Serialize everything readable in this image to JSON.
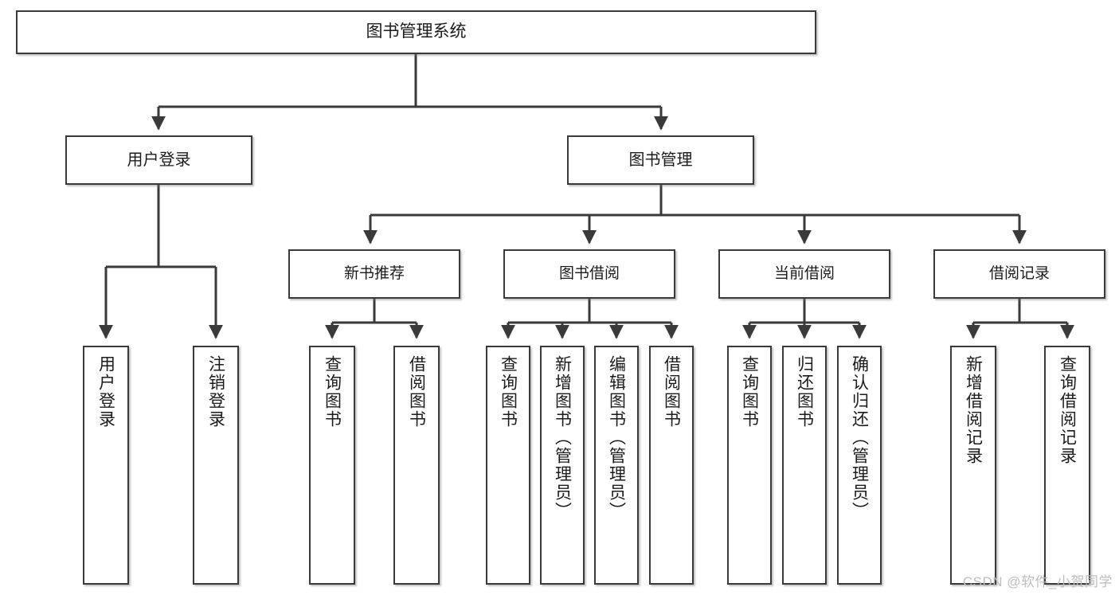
{
  "diagram": {
    "title": "图书管理系统",
    "type": "tree",
    "colors": {
      "box_border": "#3a3a3a",
      "box_fill": "#ffffff",
      "line": "#3a3a3a",
      "text": "#1b1b1b",
      "watermark": "#bdbdbd",
      "background": "#ffffff"
    },
    "levels": {
      "root": {
        "label": "图书管理系统"
      },
      "level1": [
        {
          "id": "login",
          "label": "用户登录"
        },
        {
          "id": "bookmgmt",
          "label": "图书管理"
        }
      ],
      "level2": [
        {
          "id": "newbook",
          "label": "新书推荐",
          "parent": "bookmgmt"
        },
        {
          "id": "borrow",
          "label": "图书借阅",
          "parent": "bookmgmt"
        },
        {
          "id": "current",
          "label": "当前借阅",
          "parent": "bookmgmt"
        },
        {
          "id": "records",
          "label": "借阅记录",
          "parent": "bookmgmt"
        }
      ],
      "leaves": {
        "login": [
          {
            "id": "l1",
            "label": "用户登录"
          },
          {
            "id": "l2",
            "label": "注销登录"
          }
        ],
        "newbook": [
          {
            "id": "n1",
            "label": "查询图书"
          },
          {
            "id": "n2",
            "label": "借阅图书"
          }
        ],
        "borrow": [
          {
            "id": "b1",
            "label": "查询图书"
          },
          {
            "id": "b2",
            "label": "新增图书（管理员）"
          },
          {
            "id": "b3",
            "label": "编辑图书（管理员）"
          },
          {
            "id": "b4",
            "label": "借阅图书"
          }
        ],
        "current": [
          {
            "id": "c1",
            "label": "查询图书"
          },
          {
            "id": "c2",
            "label": "归还图书"
          },
          {
            "id": "c3",
            "label": "确认归还（管理员）"
          }
        ],
        "records": [
          {
            "id": "r1",
            "label": "新增借阅记录"
          },
          {
            "id": "r2",
            "label": "查询借阅记录"
          }
        ]
      }
    },
    "watermark": "CSDN @软件_小贺同学"
  }
}
